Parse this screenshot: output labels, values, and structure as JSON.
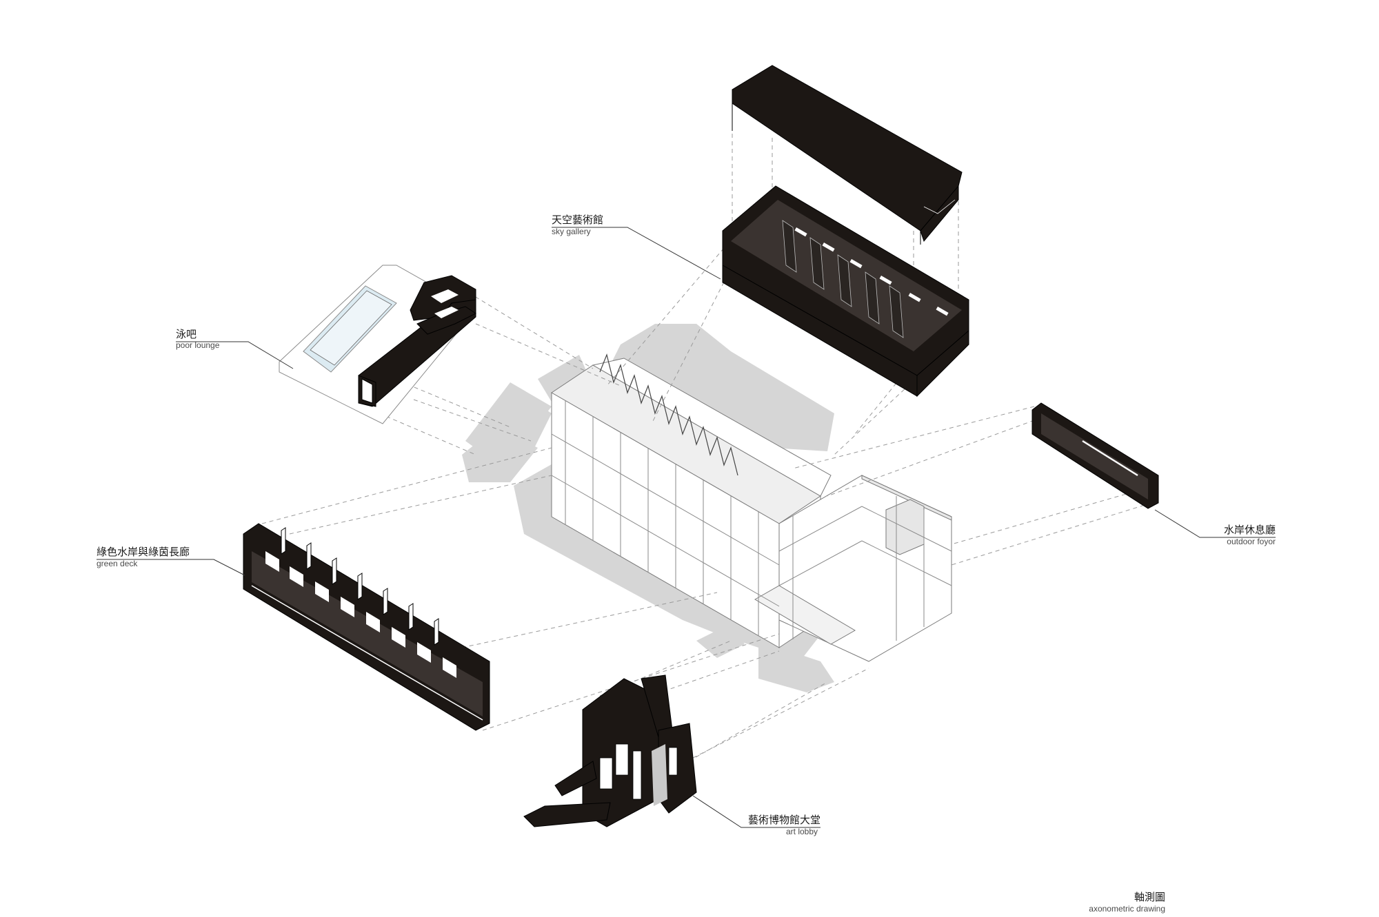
{
  "labels": {
    "sky_gallery": {
      "zh": "天空藝術館",
      "en": "sky gallery"
    },
    "pool_lounge": {
      "zh": "泳吧",
      "en": "poor lounge"
    },
    "green_deck": {
      "zh": "綠色水岸與綠茵長廊",
      "en": "green deck"
    },
    "outdoor_foyer": {
      "zh": "水岸休息廳",
      "en": "outdoor foyor"
    },
    "art_lobby": {
      "zh": "藝術博物館大堂",
      "en": "art lobby"
    },
    "drawing_title": {
      "zh": "軸測圖",
      "en": "axonometric drawing"
    }
  },
  "colors": {
    "solid_component": "#1c1714",
    "shadow_gray": "#d6d6d6",
    "dashed_projection": "#9a9a9a",
    "leader_line": "#333333",
    "background": "#ffffff"
  }
}
